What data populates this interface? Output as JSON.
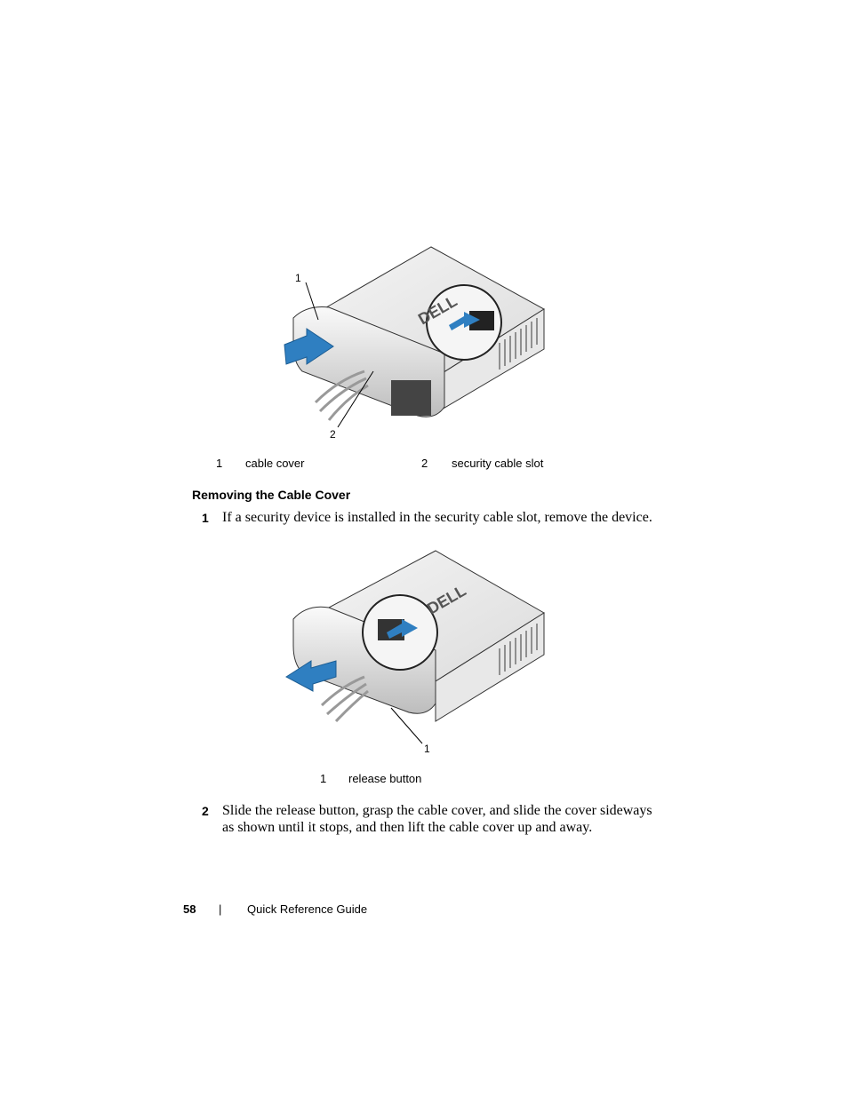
{
  "figure1": {
    "callouts": [
      "1",
      "2"
    ],
    "legend": [
      {
        "num": "1",
        "label": "cable cover"
      },
      {
        "num": "2",
        "label": "security cable slot"
      }
    ],
    "logo_text": "DELL"
  },
  "section": {
    "heading": "Removing the Cable Cover",
    "steps": [
      {
        "num": "1",
        "text": "If a security device is installed in the security cable slot, remove the device."
      },
      {
        "num": "2",
        "text_line1": "Slide the release button, grasp the cable cover, and slide the cover sideways",
        "text_line2": "as shown until it stops, and then lift the cable cover up and away."
      }
    ]
  },
  "figure2": {
    "callouts": [
      "1"
    ],
    "legend": [
      {
        "num": "1",
        "label": "release button"
      }
    ],
    "logo_text": "DELL"
  },
  "footer": {
    "page_number": "58",
    "separator": "|",
    "title": "Quick Reference Guide"
  },
  "colors": {
    "arrow_blue": "#2f7fc1",
    "case_gray": "#d9d9d9"
  }
}
